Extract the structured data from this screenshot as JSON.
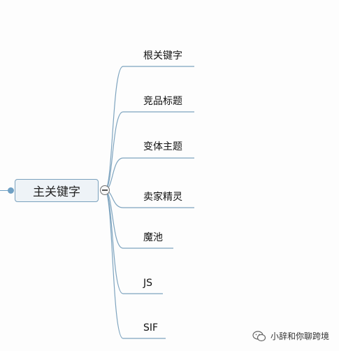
{
  "root": {
    "label": "主关键字"
  },
  "branches": [
    {
      "label": "根关键字"
    },
    {
      "label": "竞品标题"
    },
    {
      "label": "变体主题"
    },
    {
      "label": "卖家精灵"
    },
    {
      "label": "魔池"
    },
    {
      "label": "JS"
    },
    {
      "label": "SIF"
    }
  ],
  "watermark": {
    "text": "小辞和你聊跨境",
    "icon": "wechat-icon"
  },
  "colors": {
    "connector": "#7ea4bf",
    "node_border": "#7aa1bd",
    "node_fill": "#eef3f7"
  }
}
